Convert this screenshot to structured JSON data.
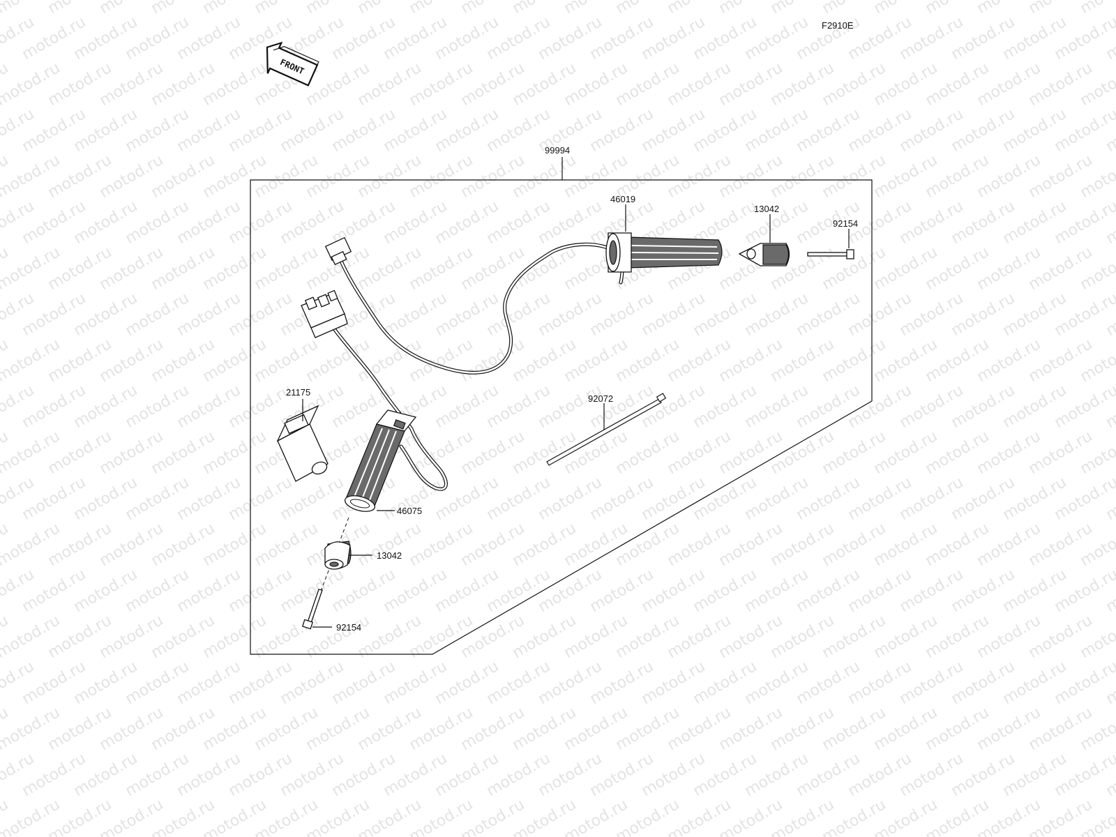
{
  "diagram_code": "F2910E",
  "front_arrow_label": "FRONT",
  "watermark_text": "motod.ru",
  "parts": {
    "assembly": "99994",
    "grip_right": "46019",
    "weight_right": "13042",
    "bolt_right": "92154",
    "controller": "21175",
    "grip_left": "46075",
    "weight_left": "13042",
    "bolt_left": "92154",
    "cable_tie": "92072"
  },
  "colors": {
    "line": "#111111",
    "watermark": "#e3e3e3",
    "grip_dark": "#6a6a6a"
  }
}
